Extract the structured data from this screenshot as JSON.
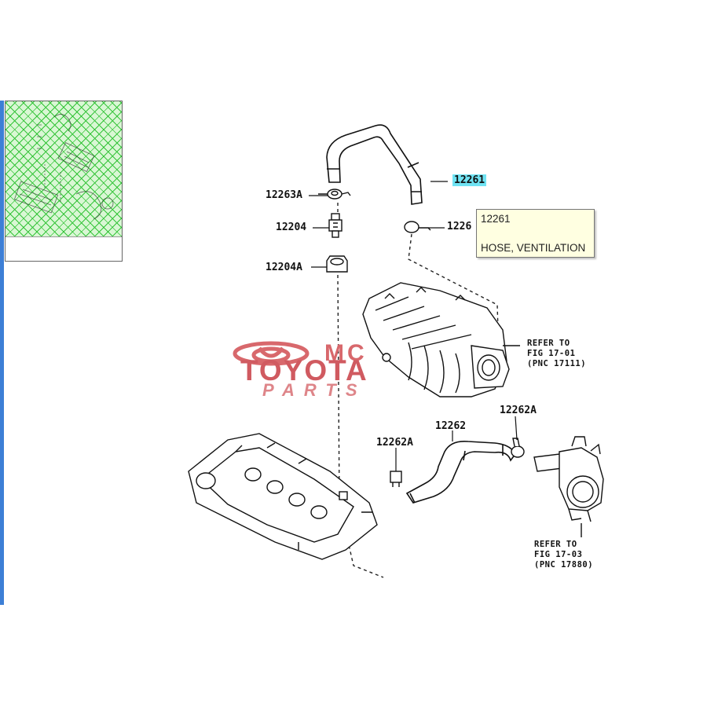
{
  "labels": {
    "hose_ventilation": "12261",
    "grommet_a": "12263A",
    "pcv_valve": "12204",
    "pcv_valve_partial": "1226",
    "gasket_a": "12204A",
    "hose_lower": "12262",
    "clamp_right": "12262A",
    "clamp_left": "12262A"
  },
  "references": {
    "intake_manifold": [
      "REFER TO",
      "FIG 17-01",
      "(PNC 17111)"
    ],
    "throttle_body": [
      "REFER TO",
      "FIG 17-03",
      "(PNC 17880)"
    ]
  },
  "tooltip": {
    "part_number": "12261",
    "part_name": "HOSE, VENTILATION",
    "background": "#ffffe1"
  },
  "watermark": {
    "line1": "MC",
    "line2": "TOYOTA",
    "line3": "PARTS",
    "color": "#d8686c"
  },
  "highlight_color": "#6fe3f3",
  "thumbnail": {
    "grid_color": "#35c43a"
  }
}
